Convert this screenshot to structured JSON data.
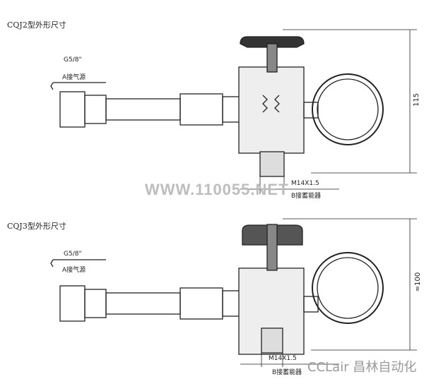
{
  "top_view": {
    "title": "CQJ2型外形尺寸",
    "thread_a": "G5/8\"",
    "label_a": "A接气源",
    "height_dim": "115",
    "thread_b": "M14X1.5",
    "label_b": "B接蓄能器"
  },
  "bottom_view": {
    "title": "CQJ3型外形尺寸",
    "thread_a": "G5/8\"",
    "label_a": "A接气源",
    "height_dim": "≈100",
    "thread_b": "M14X1.5",
    "label_b": "B接蓄能器"
  },
  "watermarks": {
    "site": "WWW.110055.NET",
    "brand": "CCLair 昌林自动化"
  }
}
